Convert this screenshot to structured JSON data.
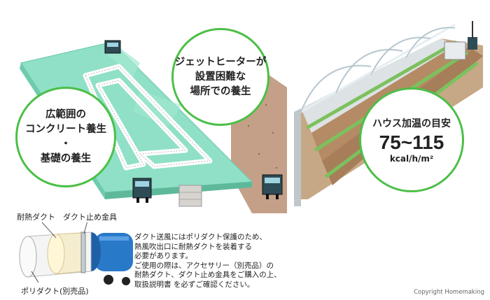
{
  "bubble_left": {
    "lines": [
      "広範囲の",
      "コンクリート養生",
      "・",
      "基礎の養生"
    ]
  },
  "bubble_center": {
    "lines": [
      "ジェットヒーターが",
      "設置困難な",
      "場所での養生"
    ]
  },
  "bubble_right": {
    "title": "ハウス加温の目安",
    "value": "75~115",
    "unit": "kcal/h/m²"
  },
  "labels": {
    "duct_heat": "耐熱ダクト",
    "duct_stop": "ダクト止め金具",
    "poly_duct": "ポリダクト(別売品)"
  },
  "note": {
    "lines": [
      "ダクト送風にはポリダクト保護のため、",
      "熱風吹出口に耐熱ダクトを装着する",
      "必要があります。",
      "ご使用の際は、アクセサリー（別売品）の",
      "耐熱ダクト、ダクト止め金具をご購入の上、",
      "取扱説明書 を必ずご確認ください。"
    ]
  },
  "copyright": "Copyright Homemaking",
  "colors": {
    "sheet": "#8fe0c6",
    "bubble_border": "#4cbf48",
    "duct_blue": "#2979c9"
  }
}
